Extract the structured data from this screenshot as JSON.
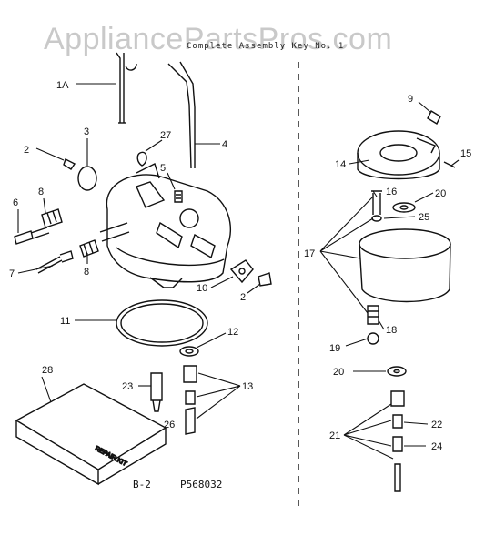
{
  "watermark": "AppliancePartsPros.com",
  "header_text": "Complete Assembly Key No. 1",
  "figure_id": "B-2",
  "part_number": "P568032",
  "repair_kit_label": "REPAIR KIT",
  "callouts": {
    "c1a": "1A",
    "c2a": "2",
    "c3": "3",
    "c27": "27",
    "c4": "4",
    "c5": "5",
    "c6": "6",
    "c8a": "8",
    "c7": "7",
    "c8b": "8",
    "c10": "10",
    "c2b": "2",
    "c11": "11",
    "c12": "12",
    "c13": "13",
    "c23": "23",
    "c26": "26",
    "c28": "28",
    "c9": "9",
    "c14": "14",
    "c15": "15",
    "c16": "16",
    "c20a": "20",
    "c25": "25",
    "c17": "17",
    "c18": "18",
    "c19": "19",
    "c20b": "20",
    "c21": "21",
    "c22": "22",
    "c24": "24"
  }
}
